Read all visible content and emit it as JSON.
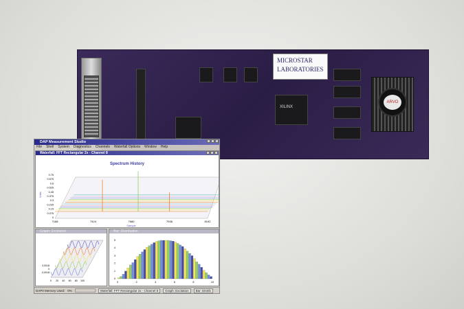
{
  "board": {
    "label_line1": "Microstar",
    "label_line2": "Laboratories",
    "fan_label": "ARVO",
    "fpga_label": "XILINX"
  },
  "app": {
    "title": "DAP Measurement Studio",
    "menu": [
      "File",
      "Shell",
      "System",
      "Diagnostics",
      "Channels",
      "Waterfall Options",
      "Window",
      "Help"
    ],
    "waterfall": {
      "title": "Waterfall: FFT Rectangular 2x - Channel 8",
      "chart_title": "Spectrum History"
    },
    "excitation": {
      "title": "Graph: Excitation"
    },
    "distribution": {
      "title": "Bar: Distribution"
    },
    "status": {
      "memory_label": "DAP0 Memory Used:",
      "memory_value": "0%",
      "tasks": [
        "Waterfall: FFT Rectangular 2x - Channel 8",
        "Graph: Excitation",
        "Bar: Distrib"
      ]
    }
  },
  "chart_data": [
    {
      "type": "area",
      "title": "Spectrum History",
      "xlabel": "Sample",
      "ylabel": "Volts",
      "x_ticks": [
        "7168",
        "7424",
        "7680",
        "7936",
        "8192"
      ],
      "y_ticks": [
        "0",
        "0.075",
        "0.15",
        "0.225",
        "0.3",
        "0.375",
        "0.45",
        "0.525",
        "0.6",
        "0.675",
        "0.75"
      ],
      "xlim": [
        7168,
        8192
      ],
      "ylim": [
        0,
        0.75
      ],
      "peaks": [
        {
          "x": 7440,
          "y": 0.63
        },
        {
          "x": 7680,
          "y": 0.8
        },
        {
          "x": 7890,
          "y": 0.38
        }
      ]
    },
    {
      "type": "line",
      "title": "Graph: Excitation",
      "x_ticks": [
        "0",
        "20",
        "40",
        "60",
        "80",
        "100"
      ],
      "y_ticks": [
        "3.0018",
        "0",
        "-3.0018"
      ],
      "xlim": [
        0,
        100
      ],
      "ylim": [
        -3.0018,
        3.0018
      ],
      "series_colors": [
        "#7a8ae0",
        "#9ad060",
        "#f0e060",
        "#f08030",
        "#6060c0"
      ]
    },
    {
      "type": "bar",
      "title": "Bar: Distribution",
      "x_ticks": [
        "0",
        "2",
        "4",
        "6",
        "8",
        "10"
      ],
      "y_ticks": [
        "0",
        "1",
        "2",
        "3",
        "4",
        "5"
      ],
      "xlim": [
        0,
        10
      ],
      "ylim": [
        0,
        5
      ],
      "series_colors": [
        "#f5e84a",
        "#8fd06a",
        "#6e8ee0",
        "#4a4aa8"
      ],
      "x": [
        0,
        0.25,
        0.5,
        0.75,
        1,
        1.25,
        1.5,
        1.75,
        2,
        2.25,
        2.5,
        2.75,
        3,
        3.25,
        3.5,
        3.75,
        4,
        4.25,
        4.5,
        4.75,
        5,
        5.25,
        5.5,
        5.75,
        6,
        6.25,
        6.5,
        6.75,
        7,
        7.25,
        7.5,
        7.75,
        8,
        8.25,
        8.5,
        8.75,
        9,
        9.25,
        9.5,
        9.75
      ],
      "values": [
        0.1,
        0.3,
        0.6,
        1,
        1.4,
        1.8,
        2.1,
        2.5,
        2.9,
        3.2,
        3.5,
        3.8,
        4.1,
        4.3,
        4.5,
        4.7,
        4.85,
        4.95,
        5,
        5,
        5,
        5,
        4.95,
        4.9,
        4.75,
        4.6,
        4.4,
        4.2,
        3.9,
        3.6,
        3.3,
        3,
        2.6,
        2.2,
        1.9,
        1.5,
        1.1,
        0.8,
        0.5,
        0.3
      ]
    }
  ]
}
